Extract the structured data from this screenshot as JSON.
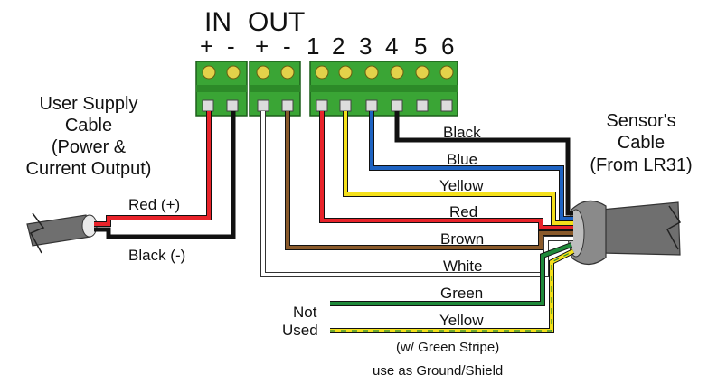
{
  "header": {
    "in_label": "IN",
    "out_label": "OUT",
    "pins": [
      "+",
      "-",
      "+",
      "-",
      "1",
      "2",
      "3",
      "4",
      "5",
      "6"
    ]
  },
  "user_supply_caption": [
    "User Supply",
    "Cable",
    "(Power &",
    "Current Output)"
  ],
  "sensor_caption": [
    "Sensor's",
    "Cable",
    "(From LR31)"
  ],
  "supply_wires": {
    "red": "Red (+)",
    "black": "Black (-)"
  },
  "sensor_wires": [
    "Black",
    "Blue",
    "Yellow",
    "Red",
    "Brown",
    "White",
    "Green",
    "Yellow"
  ],
  "not_used": [
    "Not",
    "Used"
  ],
  "shield_note": [
    "(w/ Green Stripe)",
    "use as Ground/Shield"
  ],
  "colors": {
    "terminal_green": "#3aa535",
    "red": "#e8232a",
    "black": "#111111",
    "blue": "#1e63c2",
    "yellow": "#f4e01b",
    "brown": "#8a5a2b",
    "white": "#ffffff",
    "green": "#1f8a3a",
    "cable_gray": "#6f6f6f"
  }
}
